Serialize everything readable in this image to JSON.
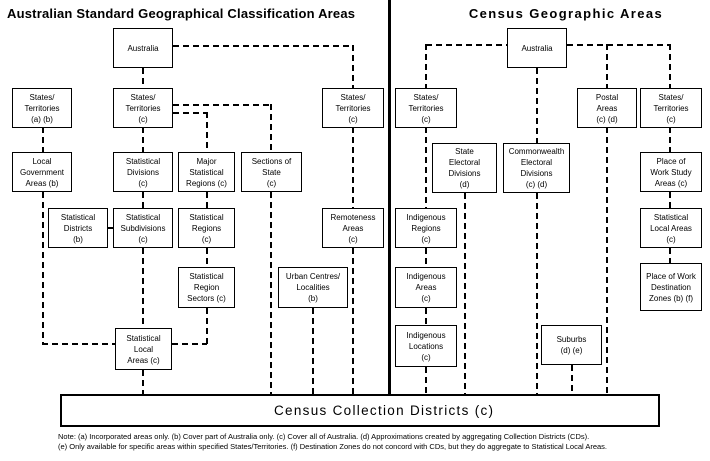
{
  "left_panel": {
    "title": "Australian Standard Geographical Classification Areas",
    "boxes": {
      "australia": "Australia",
      "states_territories_ab": "States/\nTerritories\n(a) (b)",
      "states_territories_c": "States/\nTerritories\n(c)",
      "states_territories_c2": "States/\nTerritories\n(c)",
      "local_government_areas": "Local\nGovernment\nAreas (b)",
      "statistical_divisions": "Statistical\nDivisions\n(c)",
      "major_statistical_regions": "Major\nStatistical\nRegions (c)",
      "sections_of_state": "Sections of\nState\n(c)",
      "statistical_districts": "Statistical\nDistricts\n(b)",
      "statistical_subdivisions": "Statistical\nSubdivisions\n(c)",
      "statistical_regions": "Statistical\nRegions\n(c)",
      "remoteness_areas": "Remoteness\nAreas\n(c)",
      "statistical_region_sectors": "Statistical\nRegion\nSectors (c)",
      "urban_centres_localities": "Urban Centres/\nLocalities\n(b)",
      "statistical_local_areas": "Statistical\nLocal\nAreas (c)"
    }
  },
  "right_panel": {
    "title": "Census Geographic Areas",
    "boxes": {
      "australia": "Australia",
      "states_territories_left": "States/\nTerritories\n(c)",
      "postal_areas": "Postal\nAreas\n(c) (d)",
      "states_territories_right": "States/\nTerritories\n(c)",
      "state_electoral_divisions": "State\nElectoral\nDivisions\n(d)",
      "commonwealth_electoral_divisions": "Commonwealth\nElectoral\nDivisions\n(c) (d)",
      "place_of_work_study_areas": "Place of\nWork Study\nAreas (c)",
      "indigenous_regions": "Indigenous\nRegions\n(c)",
      "statistical_local_areas": "Statistical\nLocal Areas\n(c)",
      "indigenous_areas": "Indigenous\nAreas\n(c)",
      "place_of_work_destination_zones": "Place of Work\nDestination\nZones (b) (f)",
      "indigenous_locations": "Indigenous\nLocations\n(c)",
      "suburbs": "Suburbs\n(d) (e)"
    }
  },
  "footer": {
    "census_collection_districts": "Census Collection Districts (c)",
    "note_line1": "Note: (a) Incorporated areas only. (b) Cover part of Australia only. (c) Cover all of Australia. (d) Approximations created by aggregating Collection Districts (CDs).",
    "note_line2": "(e) Only available for specific areas within specified States/Territories. (f) Destination Zones do not concord with CDs, but they do aggregate to Statistical Local Areas."
  }
}
